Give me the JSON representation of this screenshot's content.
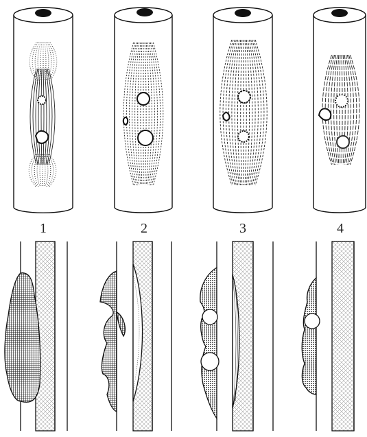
{
  "figure": {
    "stage_labels": [
      "1",
      "2",
      "3",
      "4"
    ]
  }
}
